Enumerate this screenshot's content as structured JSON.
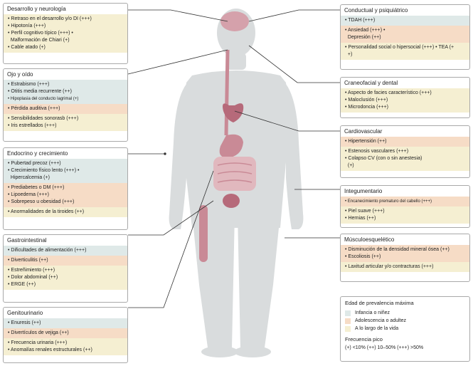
{
  "colors": {
    "childhood": "#dfe9e8",
    "adolescence": "#f6dcc6",
    "lifelong": "#f5efd2",
    "body": "#d9dcdd",
    "organ": "#c98a96",
    "connector": "#333333"
  },
  "panels": {
    "desarrollo": {
      "title": "Desarrollo y neurología",
      "life": [
        "Retraso en el desarrollo y/o DI (+++)",
        "Hipotonía (+++)",
        "Perfil cognitivo típico (+++) •",
        "Malformación de Chiari (+)",
        "Cable atado (+)"
      ]
    },
    "ojo": {
      "title": "Ojo y oído",
      "child": [
        "Estrabismo (+++)",
        "Otitis media recurrente (++)",
        "Hipoplasia del conducto lagrimal (+)"
      ],
      "adol": [
        "Pérdida auditiva (+++)"
      ],
      "life": [
        "Sensibilidades sonorasb (+++)",
        "Iris estrellados (+++)"
      ]
    },
    "endocrino": {
      "title": "Endocrino y crecimiento",
      "child": [
        "Pubertad precoz (+++)",
        "Crecimiento físico lento (+++) •",
        "Hipercalcemia (+)"
      ],
      "adol": [
        "Prediabetes o DM (+++)",
        "Lipoedema (+++)",
        "Sobrepeso u obesidad (+++)"
      ],
      "life": [
        "Anormalidades de la tiroides (++)"
      ]
    },
    "gastro": {
      "title": "Gastrointestinal",
      "child": [
        "Dificultades de alimentación (+++)"
      ],
      "adol": [
        "Diverticulitis (++)"
      ],
      "life": [
        "Estreñimiento (+++)",
        "Dolor abdominal (++)",
        "ERGE (++)"
      ]
    },
    "genito": {
      "title": "Genitourinario",
      "child": [
        "Enuresis (++)"
      ],
      "adol": [
        "Divertículos de vejiga (++)"
      ],
      "life": [
        "Frecuencia urinaria (+++)",
        "Anomalías renales estructurales (++)"
      ]
    },
    "conductual": {
      "title": "Conductual y psiquiátrico",
      "child": [
        "TDAH (+++)"
      ],
      "adol": [
        "Ansiedad (+++) •",
        "Depresión (++)"
      ],
      "life": [
        "Personalidad social o hipersocial (+++) • TEA (+",
        "+)"
      ]
    },
    "craneofacial": {
      "title": "Craneofacial y dental",
      "life": [
        "Aspecto de facies característico (+++)",
        "Maloclusión (+++)",
        "Microdoncia (+++)"
      ]
    },
    "cardio": {
      "title": "Cardiovascular",
      "adol": [
        "Hipertensión (++)"
      ],
      "life": [
        "Estenosis vasculares (+++)",
        "Colapso CV (con o sin anestesia)",
        "(+)"
      ]
    },
    "integ": {
      "title": "Integumentario",
      "adol": [
        "Encanecimiento prematuro del cabello (+++)"
      ],
      "life": [
        "Piel suave (+++)",
        "Hernias (++)"
      ]
    },
    "musculo": {
      "title": "Músculoesquelético",
      "adol": [
        "Disminución de la densidad mineral ósea (++)",
        "Escoliosis (++)"
      ],
      "life": [
        "Laxitud articular y/o contracturas (+++)"
      ]
    }
  },
  "legend": {
    "title": "Edad de prevalencia máxima",
    "items": [
      "Infancia o niñez",
      "Adolescencia o adultez",
      "A lo largo de la vida"
    ],
    "freq_title": "Frecuencia pico",
    "freq_key": "(+) <10% (++) 10–50% (+++) >50%"
  }
}
